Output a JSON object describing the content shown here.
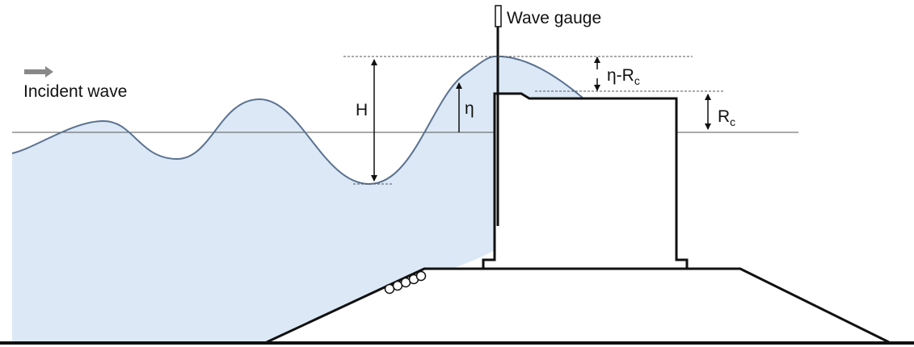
{
  "labels": {
    "wave_gauge": "Wave gauge",
    "incident_wave": "Incident wave",
    "wave_height": "H",
    "surface_elevation": "η",
    "overtopping_main": "η-R",
    "overtopping_sub": "c",
    "freeboard_main": "R",
    "freeboard_sub": "c"
  },
  "colors": {
    "water_fill": "#dce8f6",
    "wave_line": "#5a7290",
    "structure": "#111111",
    "arrow": "#888888",
    "guide_lines": "#555555"
  }
}
